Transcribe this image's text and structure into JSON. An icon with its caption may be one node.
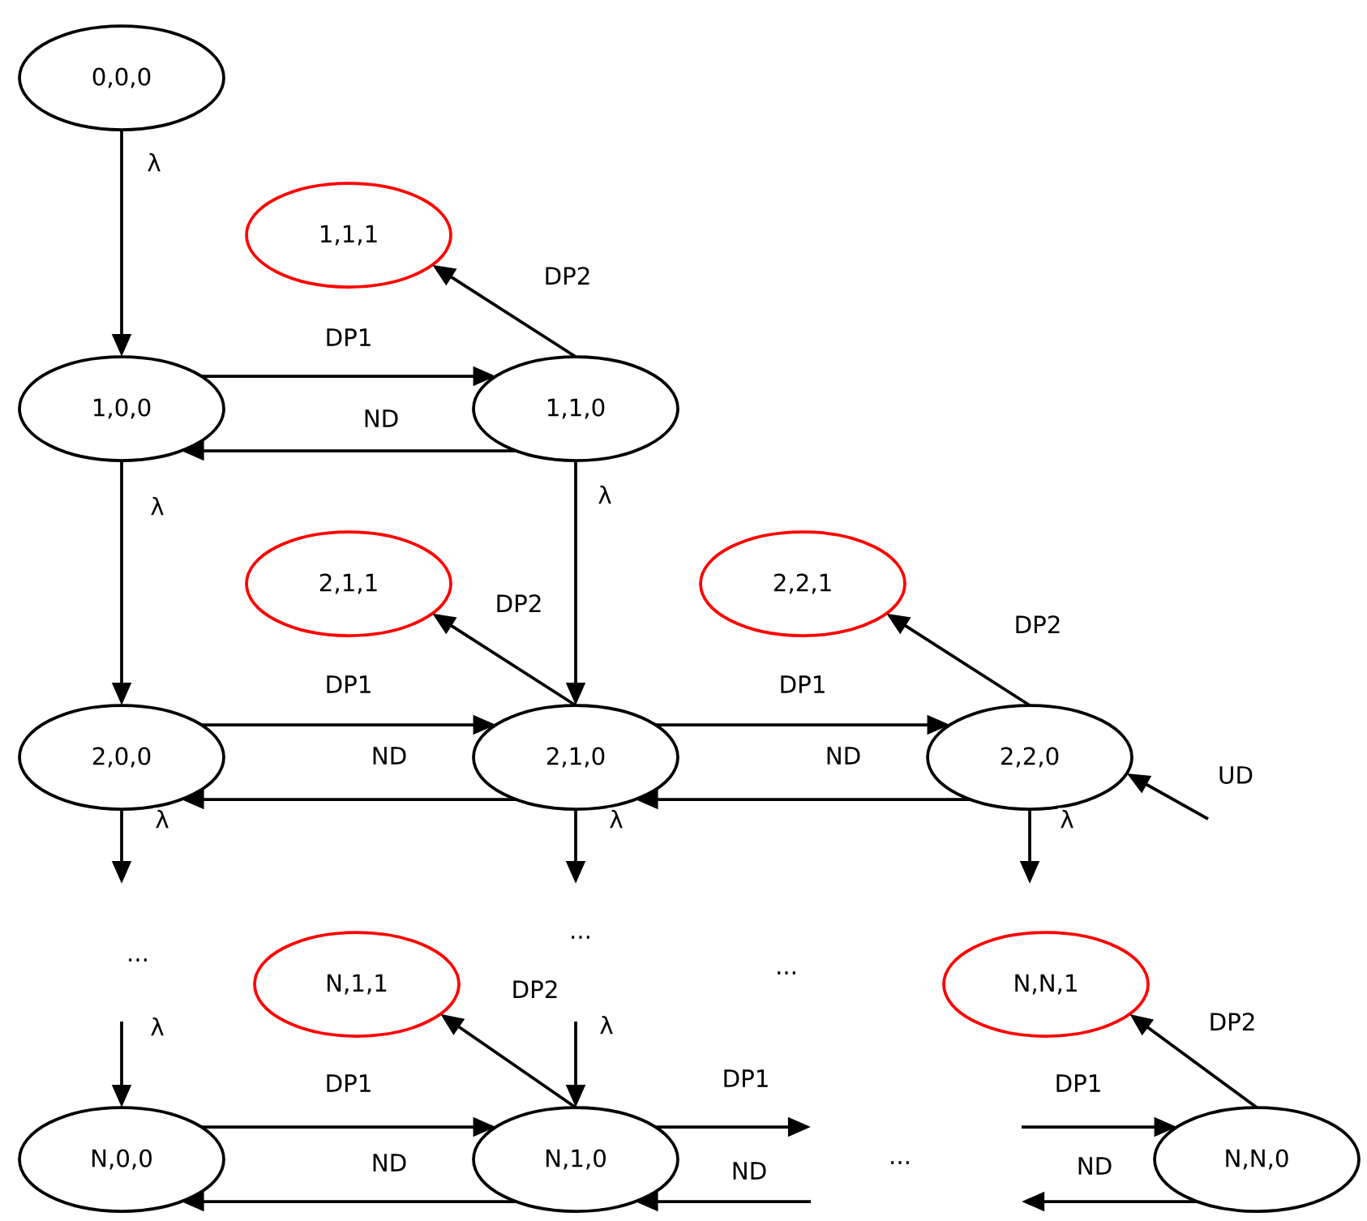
{
  "diagram": {
    "nodes": [
      {
        "text": [
          "0,0,0"
        ]
      },
      {
        "text": [
          "1,1,1"
        ]
      },
      {
        "text": [
          "1,0,0"
        ]
      },
      {
        "text": [
          "1,1,0"
        ]
      },
      {
        "text": [
          "2,1,1"
        ]
      },
      {
        "text": [
          "2,2,1"
        ]
      },
      {
        "text": [
          "2,0,0"
        ]
      },
      {
        "text": [
          "2,1,0"
        ]
      },
      {
        "text": [
          "2,2,0"
        ]
      },
      {
        "text": [
          "N,1,1"
        ]
      },
      {
        "text": [
          "N,N,1"
        ]
      },
      {
        "text": [
          "N,0,0"
        ]
      },
      {
        "text": [
          "N,1,0"
        ]
      },
      {
        "text": [
          "N,N,0"
        ]
      }
    ],
    "edges": [
      {
        "from": 0,
        "to": 2,
        "arrow": "to",
        "label": "λ"
      },
      {
        "from": 3,
        "to": 1,
        "arrow": "to",
        "label": "DP2"
      },
      {
        "from": 2,
        "to": 3,
        "arrow": "to",
        "label": "DP1"
      },
      {
        "from": 3,
        "to": 2,
        "arrow": "to",
        "label": "ND"
      },
      {
        "from": 2,
        "to": 6,
        "arrow": "to",
        "label": "λ"
      },
      {
        "from": 3,
        "to": 7,
        "arrow": "to",
        "label": "λ"
      },
      {
        "from": 7,
        "to": 4,
        "arrow": "to",
        "label": "DP2"
      },
      {
        "from": 8,
        "to": 5,
        "arrow": "to",
        "label": "DP2"
      },
      {
        "from": 6,
        "to": 7,
        "arrow": "to",
        "label": "DP1"
      },
      {
        "from": 7,
        "to": 6,
        "arrow": "to",
        "label": "ND"
      },
      {
        "from": 7,
        "to": 8,
        "arrow": "to",
        "label": "DP1"
      },
      {
        "from": 8,
        "to": 7,
        "arrow": "to",
        "label": "ND"
      },
      {
        "from": null,
        "to": 8,
        "arrow": "to",
        "label": "UD"
      },
      {
        "from": 6,
        "to": null,
        "arrow": "to",
        "label": "λ"
      },
      {
        "from": 7,
        "to": null,
        "arrow": "to",
        "label": "λ"
      },
      {
        "from": 8,
        "to": null,
        "arrow": "to",
        "label": "λ"
      },
      {
        "from": null,
        "to": 11,
        "arrow": "to",
        "label": "λ"
      },
      {
        "from": null,
        "to": 12,
        "arrow": "to",
        "label": "λ"
      },
      {
        "from": 12,
        "to": 9,
        "arrow": "to",
        "label": "DP2"
      },
      {
        "from": 13,
        "to": 10,
        "arrow": "to",
        "label": "DP2"
      },
      {
        "from": 11,
        "to": 12,
        "arrow": "to",
        "label": "DP1"
      },
      {
        "from": 12,
        "to": 11,
        "arrow": "to",
        "label": "ND"
      },
      {
        "from": 12,
        "to": null,
        "arrow": "to",
        "label": "DP1"
      },
      {
        "from": null,
        "to": 12,
        "arrow": "to",
        "label": "ND"
      },
      {
        "from": null,
        "to": 13,
        "arrow": "to",
        "label": "DP1"
      },
      {
        "from": 13,
        "to": null,
        "arrow": "to",
        "label": "ND"
      }
    ],
    "labels": [
      "...",
      "...",
      "...",
      "..."
    ]
  }
}
